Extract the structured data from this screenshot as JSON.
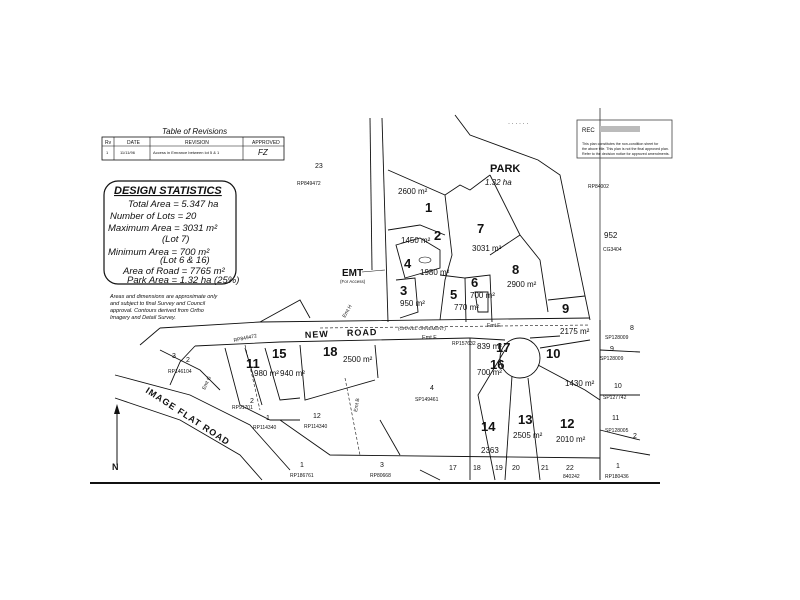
{
  "revisions": {
    "title": "Table of Revisions",
    "col_rev": "Rv",
    "col_date": "DATE",
    "col_revision": "REVISION",
    "col_approved": "APPROVED",
    "row_rev": "1",
    "row_date": "11/11/96",
    "row_text": "Access in Emrance between lot 5 & 1",
    "row_approved": "FZ"
  },
  "stats": {
    "title": "DESIGN STATISTICS",
    "total_area": "Total Area = 5.347 ha",
    "number_of_lots": "Number of Lots = 20",
    "maximum_area": "Maximum Area = 3031 m²",
    "maximum_note": "(Lot 7)",
    "minimum_area": "Minimum Area = 700 m²",
    "minimum_note": "(Lot 6 & 16)",
    "area_of_road": "Area of Road = 7765 m²",
    "park_area": "Park Area = 1.32 ha (25%)"
  },
  "note": {
    "line1": "Areas and dimensions are approximate only",
    "line2": "and subject to final Survey and Council",
    "line3": "approval. Contours derived from Ortho",
    "line4": "Imagery and Detail Survey."
  },
  "stamp": {
    "rec": "REC",
    "line1": "This plan constitutes the non-condition sheet for",
    "line2": "the above title. This plan is not the final approved plan.",
    "line3": "Refer to the decision notice for approved amendments."
  },
  "park": {
    "label": "PARK",
    "area": "1.32 ha"
  },
  "roads": {
    "new_road_1": "NEW",
    "new_road_2": "ROAD",
    "image_flat": "IMAGE FLAT ROAD",
    "gravel": "(GRAVEL ORNEMENT)",
    "emt_label": "EMT",
    "emt_sub": "(For Access)",
    "emt_f": "Emt F",
    "emt_h": "Emt H",
    "emt_g": "Emt G",
    "emt_e": "Emt E",
    "emt_b": "Emt B"
  },
  "lots": [
    {
      "num": "1",
      "area": "2600 m²"
    },
    {
      "num": "2",
      "area": "1450 m²"
    },
    {
      "num": "3",
      "area": "950 m²"
    },
    {
      "num": "4",
      "area": "1980 m²"
    },
    {
      "num": "5",
      "area": "770 m²"
    },
    {
      "num": "6",
      "area": "700 m²"
    },
    {
      "num": "7",
      "area": "3031 m²"
    },
    {
      "num": "8",
      "area": "2900 m²"
    },
    {
      "num": "9",
      "area": "2175 m²"
    },
    {
      "num": "10",
      "area": "1430 m²"
    },
    {
      "num": "11",
      "area": "980 m²"
    },
    {
      "num": "12",
      "area": "2010 m²"
    },
    {
      "num": "13",
      "area": "2505 m²"
    },
    {
      "num": "14",
      "area": "2363"
    },
    {
      "num": "15",
      "area": "940 m²"
    },
    {
      "num": "16",
      "area": "700 m²"
    },
    {
      "num": "17",
      "area": "839 m²"
    },
    {
      "num": "18",
      "area": "2500 m²"
    }
  ],
  "existing": {
    "rp_top_left": "RP849472",
    "lot_23": "23",
    "rp_top_right": "RP84002",
    "lot_952": "952",
    "cg": "CG3404",
    "rp_south": "RP157632",
    "lot_8": "8",
    "sp_8": "SP128009",
    "lot_9": "9",
    "sp_9": "SP128009",
    "lot_10": "10",
    "sp_10": "SP127742",
    "lot_11": "11",
    "sp_11": "SP128005",
    "lot_4": "4",
    "sp_4": "SP149461",
    "lot_12": "12",
    "rp_12": "RP114340",
    "lot_1": "1",
    "rp_1": "RP114340",
    "lot_2": "2",
    "rp_2": "RP91701",
    "lot_3": "3",
    "lot_2b": "2",
    "rp_3": "RP146104",
    "rp_left": "RP849472",
    "bottom_1": "1",
    "bottom_1_rp": "RP186761",
    "bottom_3": "3",
    "bottom_3_rp": "RP80668",
    "b17": "17",
    "b18": "18",
    "b19": "19",
    "b20": "20",
    "b21": "21",
    "b22": "22",
    "b22_rp": "840242",
    "b1r": "1",
    "b1r_rp": "RP180436",
    "top_mark": "· · · · · ·",
    "lot_2r": "2"
  },
  "north": "N"
}
